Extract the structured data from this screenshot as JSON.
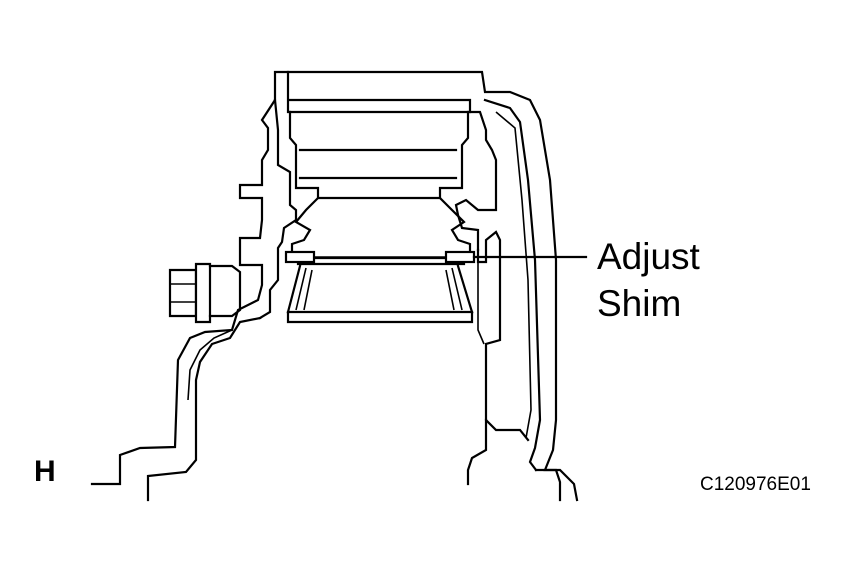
{
  "callout": {
    "line1": "Adjust",
    "line2": "Shim"
  },
  "view_letter": "H",
  "figure_code": "C120976E01"
}
